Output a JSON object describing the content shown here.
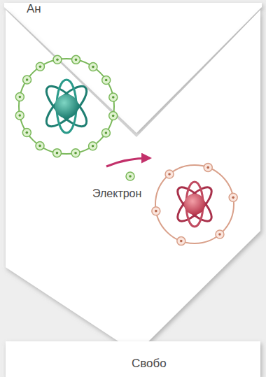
{
  "diagram": {
    "labels": [
      "Ан",
      "Электрон",
      "Свобо"
    ]
  }
}
